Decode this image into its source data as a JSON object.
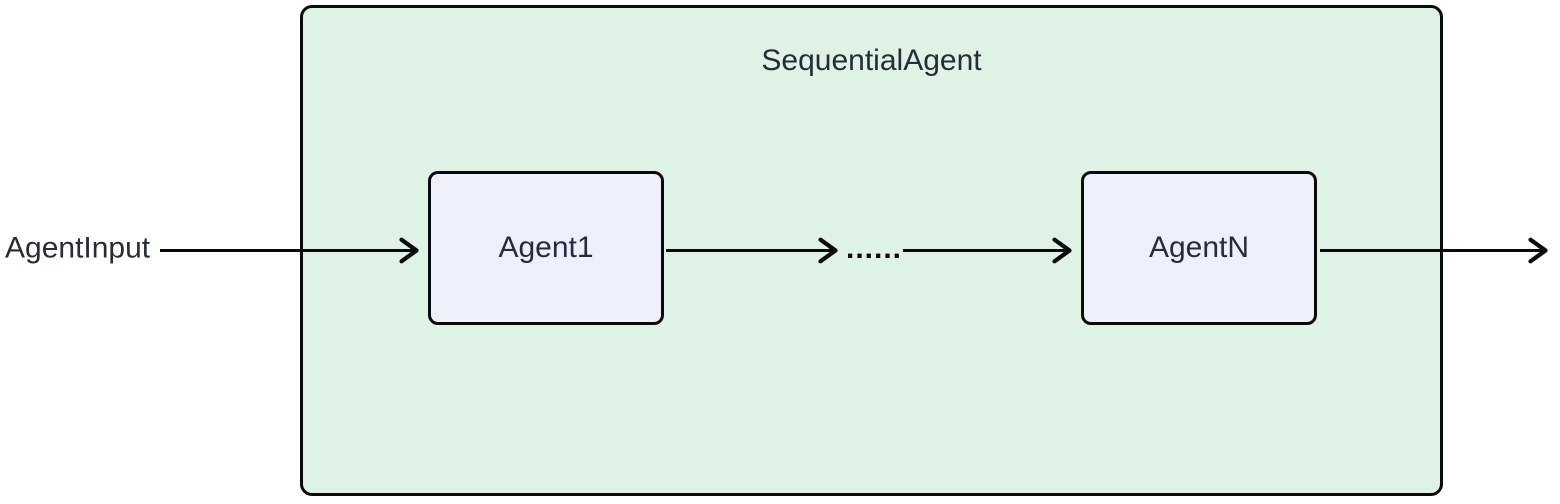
{
  "diagram": {
    "type": "flowchart-left-to-right",
    "title": "SequentialAgent",
    "input_label": "AgentInput",
    "ellipsis_label": "......",
    "nodes": [
      {
        "id": "agent1",
        "label": "Agent1"
      },
      {
        "id": "agentN",
        "label": "AgentN"
      }
    ],
    "edges": [
      {
        "from": "AgentInput",
        "to": "Agent1"
      },
      {
        "from": "Agent1",
        "to": "ellipsis"
      },
      {
        "from": "ellipsis",
        "to": "AgentN"
      },
      {
        "from": "AgentN",
        "to": "output"
      }
    ],
    "colors": {
      "container_fill": "#def2e5",
      "container_border": "#0b0b0b",
      "node_fill": "#edf0fb",
      "node_border": "#0b0b0b",
      "text": "#262d38",
      "arrow": "#0b0b0b",
      "canvas_bg": "#ffffff"
    }
  }
}
